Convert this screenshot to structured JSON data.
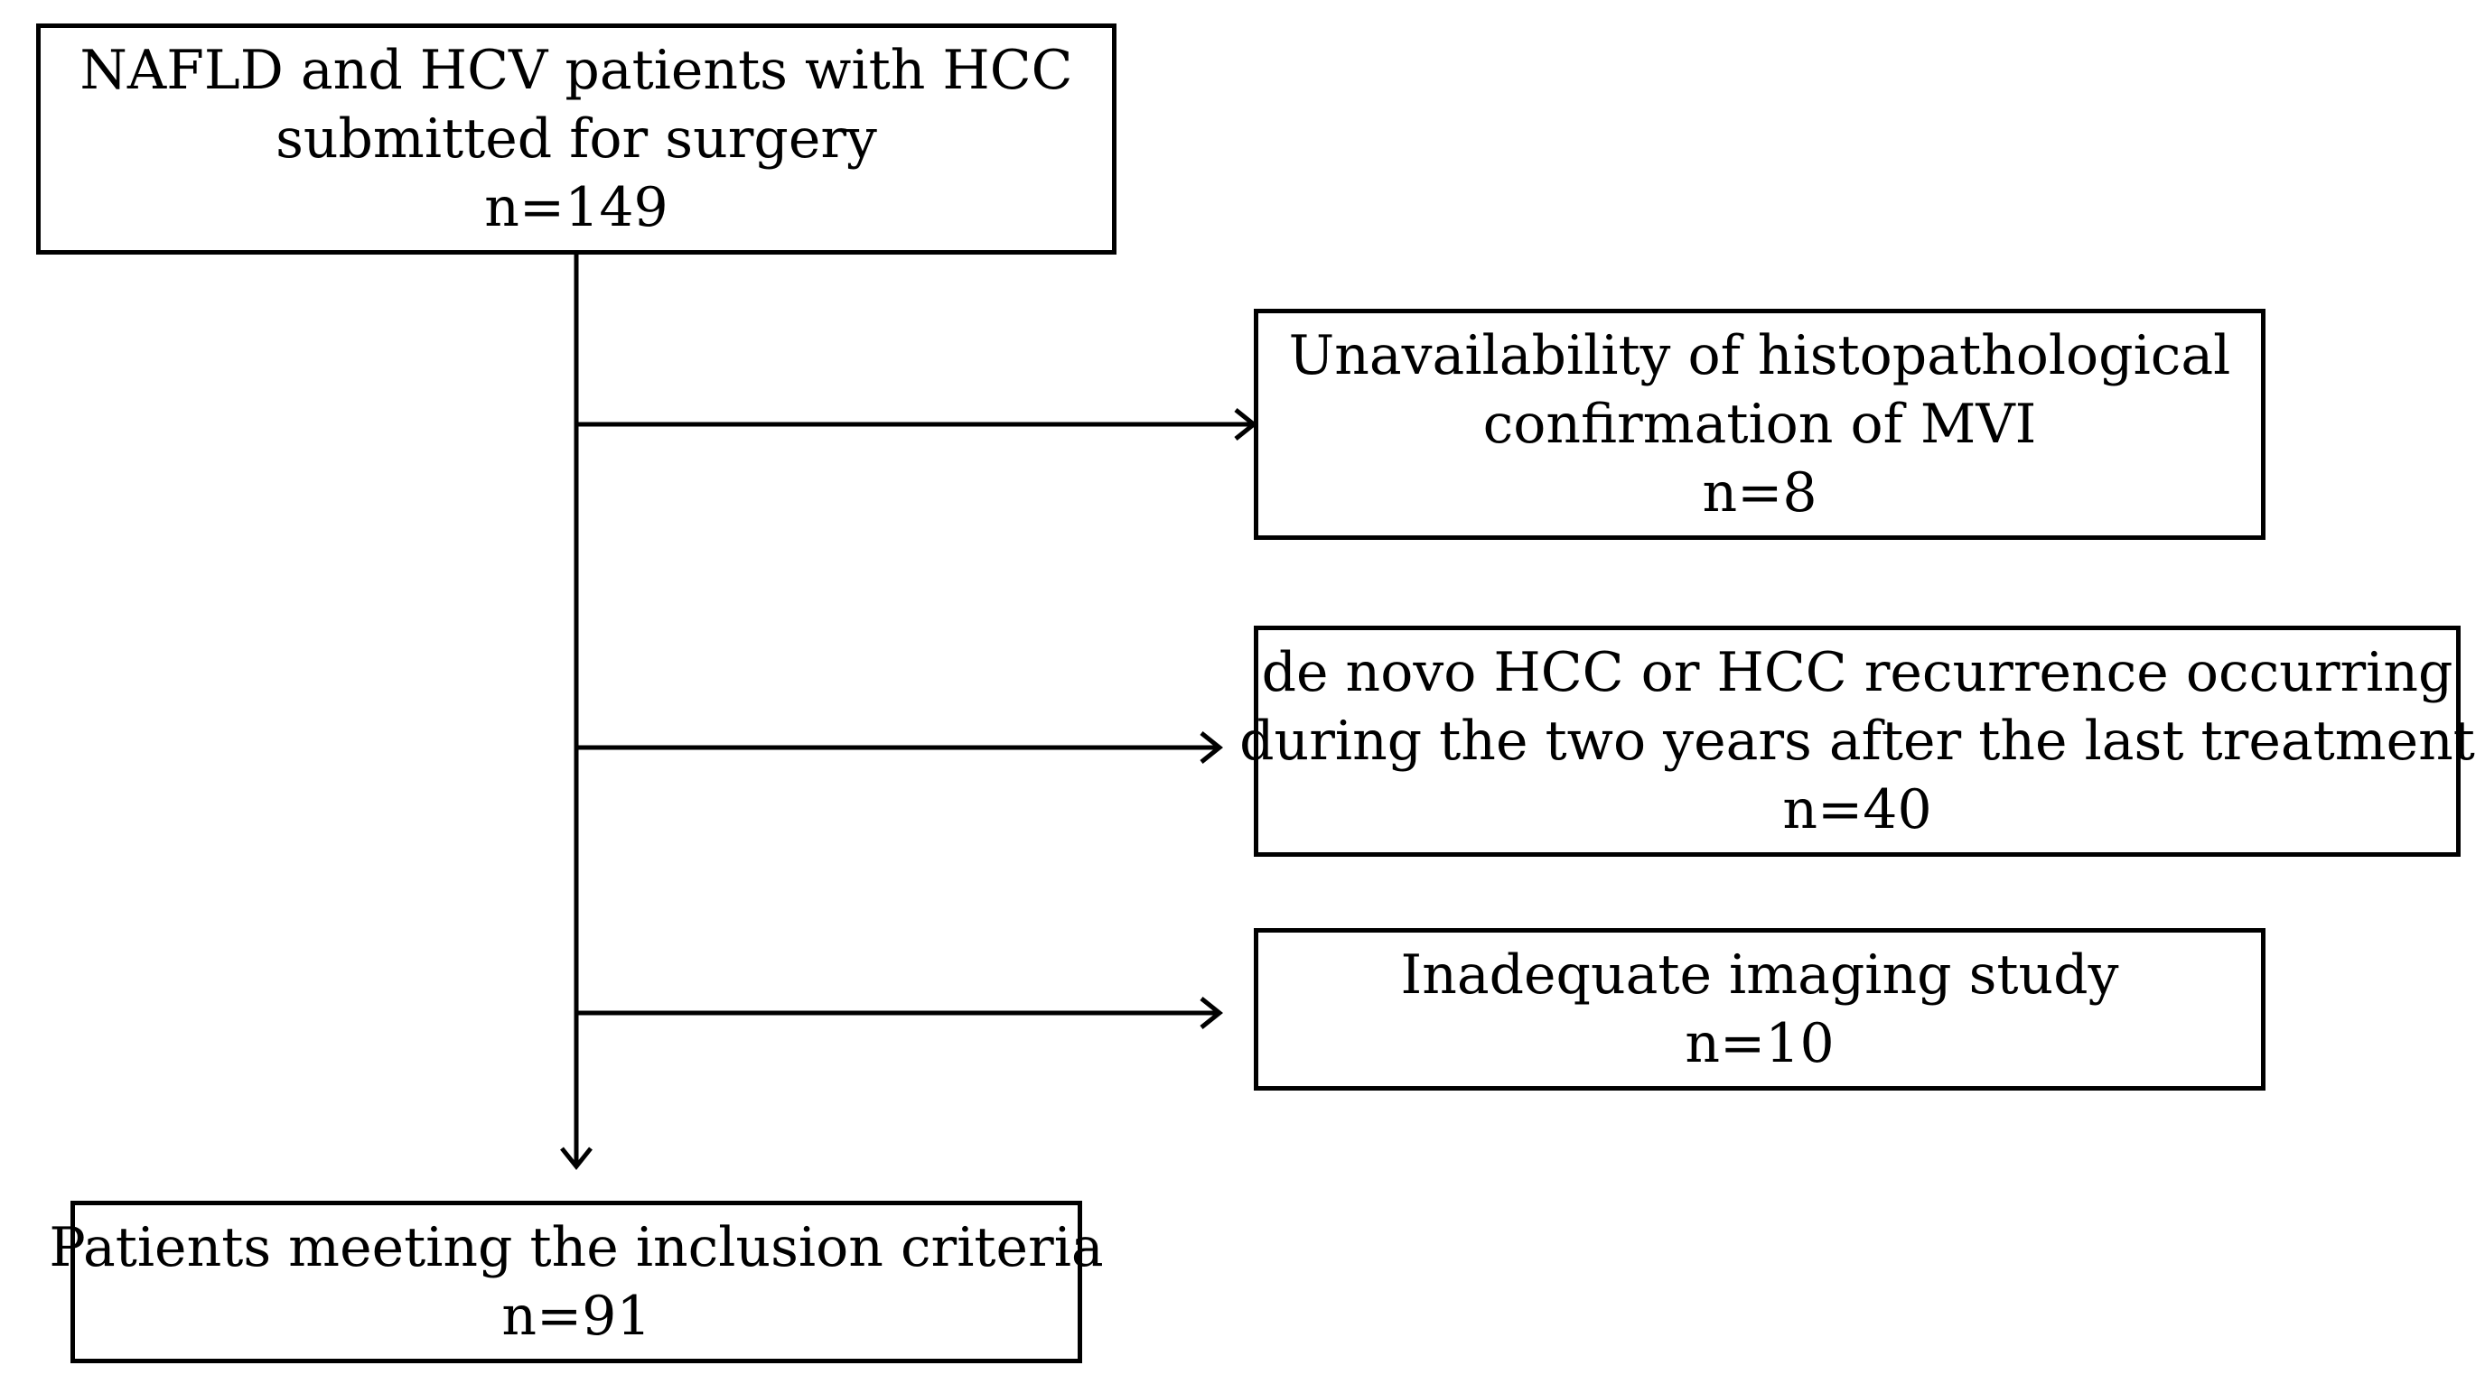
{
  "start": {
    "lines": [
      "NAFLD and HCV patients with HCC",
      "submitted for surgery"
    ],
    "count": "n=149"
  },
  "exclusions": [
    {
      "lines": [
        "Unavailability of histopathological",
        "confirmation of MVI"
      ],
      "count": "n=8"
    },
    {
      "lines": [
        "de novo HCC or HCC recurrence occurring",
        "during the two years after the last treatment"
      ],
      "count": "n=40"
    },
    {
      "lines": [
        "Inadequate imaging study"
      ],
      "count": "n=10"
    }
  ],
  "end": {
    "lines": [
      "Patients meeting the inclusion criteria"
    ],
    "count": "n=91"
  }
}
